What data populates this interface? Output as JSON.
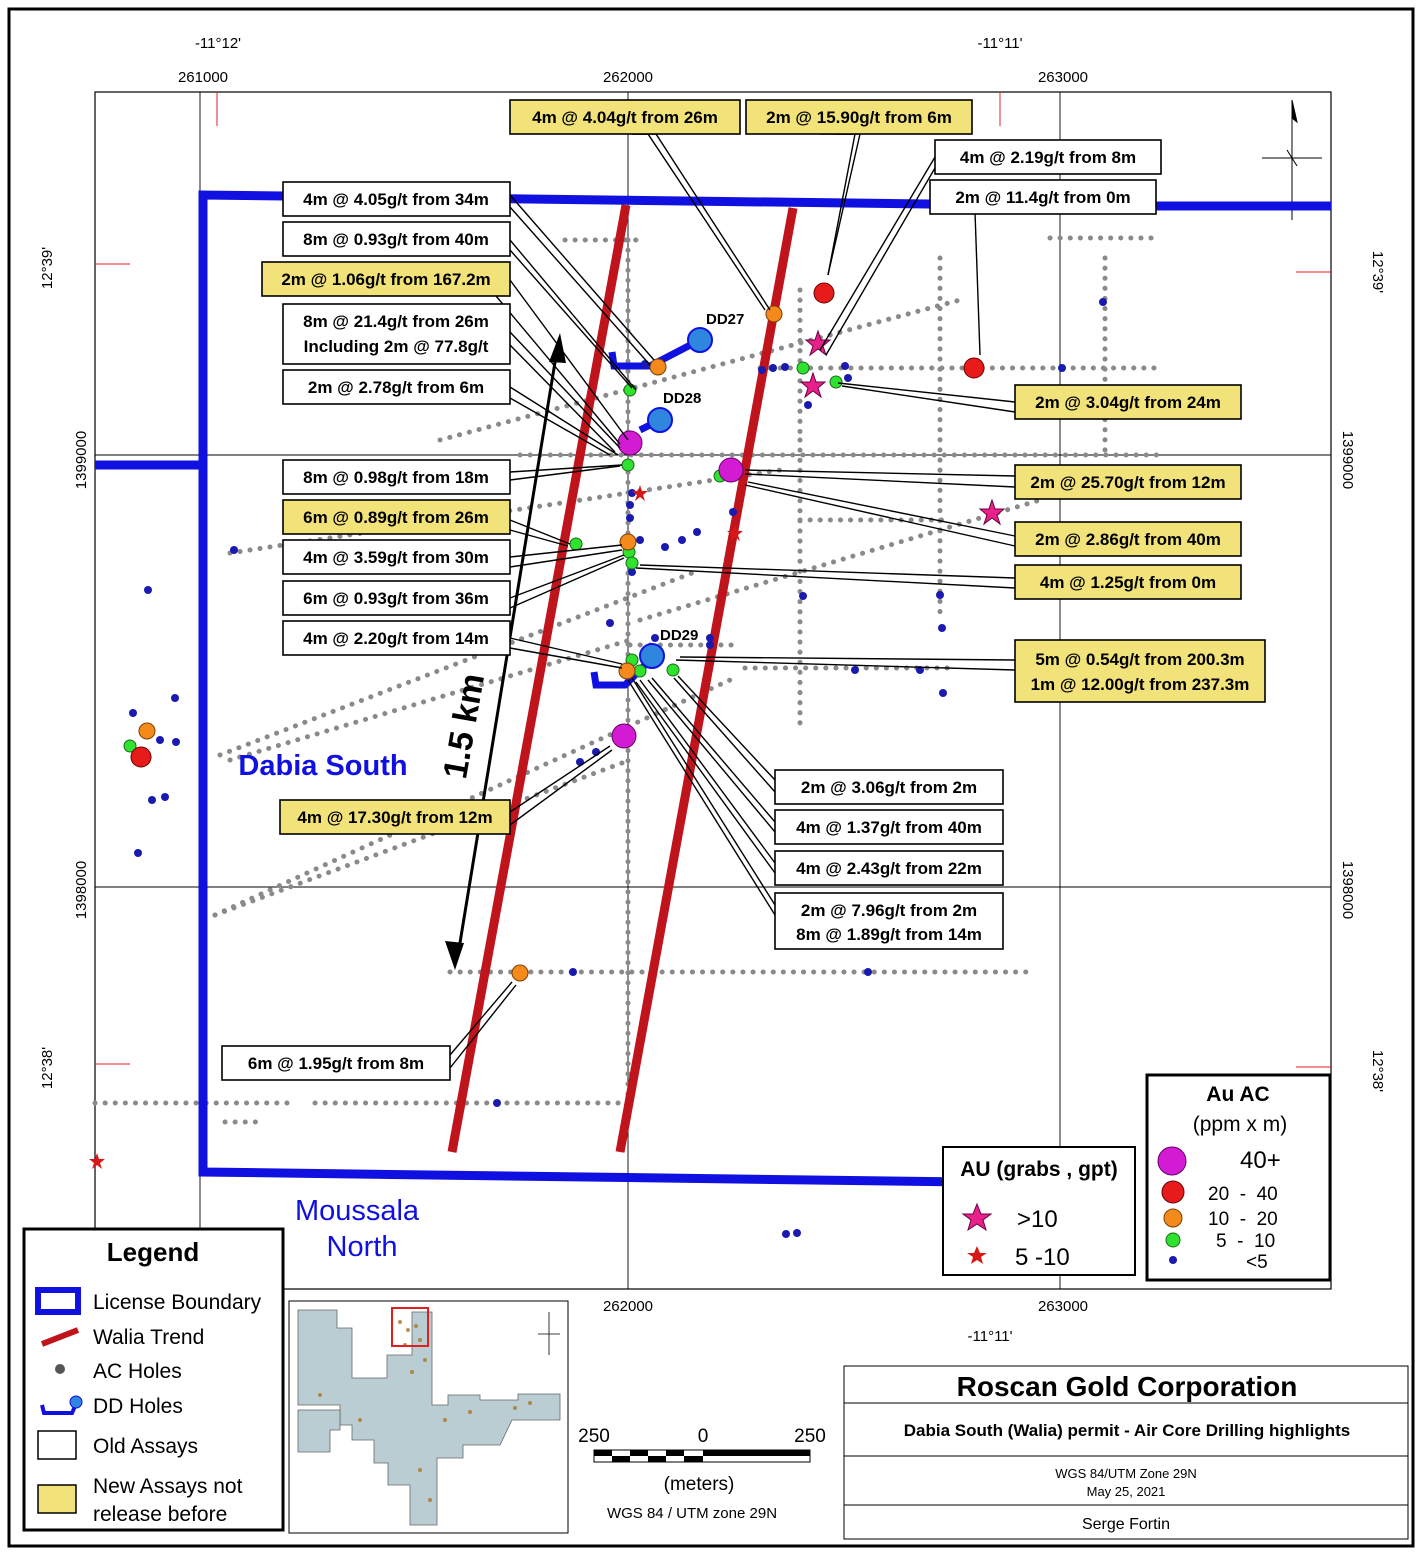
{
  "grid": {
    "x_top": [
      "261000",
      "262000",
      "263000"
    ],
    "x_bottom": [
      "262000",
      "263000"
    ],
    "lon_top": [
      "-11°12'",
      "-11°11'"
    ],
    "lon_bottom": "-11°11'",
    "y_left": [
      "1399000",
      "1398000"
    ],
    "y_right": [
      "1399000",
      "1398000"
    ],
    "lat_left": [
      "12°39'",
      "12°38'"
    ],
    "lat_right": [
      "12°39'",
      "12°38'"
    ]
  },
  "places": {
    "dabia_south": "Dabia South",
    "moussala_1": "Moussala",
    "moussala_2": "North",
    "scale_arrow": "1.5 km"
  },
  "holes": {
    "dd27": "DD27",
    "dd28": "DD28",
    "dd29": "DD29"
  },
  "colors": {
    "license": "#1010e0",
    "walia_trend": "#c0141c",
    "ac_hole": "#8a8a8a",
    "dd_hole": "#2e86de",
    "new_assay": "#f2e27a",
    "magenta": "#d21bd2",
    "red": "#e81b1b",
    "orange": "#f58a1c",
    "green": "#2ee22e",
    "blue": "#1a1ab0",
    "star_pink": "#e8208c",
    "star_red": "#d81818"
  },
  "callouts": [
    {
      "lines": [
        "4m @ 4.04g/t from 26m"
      ],
      "new": true
    },
    {
      "lines": [
        "2m @ 15.90g/t from 6m"
      ],
      "new": true
    },
    {
      "lines": [
        "4m @ 2.19g/t from 8m"
      ],
      "new": false
    },
    {
      "lines": [
        "2m @ 11.4g/t from 0m"
      ],
      "new": false
    },
    {
      "lines": [
        "4m @ 4.05g/t from 34m"
      ],
      "new": false
    },
    {
      "lines": [
        "8m @ 0.93g/t from 40m"
      ],
      "new": false
    },
    {
      "lines": [
        "2m @ 1.06g/t from 167.2m"
      ],
      "new": true
    },
    {
      "lines": [
        "8m @ 21.4g/t from 26m",
        "Including 2m @ 77.8g/t"
      ],
      "new": false
    },
    {
      "lines": [
        "2m @ 2.78g/t from 6m"
      ],
      "new": false
    },
    {
      "lines": [
        "2m @ 3.04g/t from 24m"
      ],
      "new": true
    },
    {
      "lines": [
        "8m @ 0.98g/t from 18m"
      ],
      "new": false
    },
    {
      "lines": [
        "2m @ 25.70g/t from 12m"
      ],
      "new": true
    },
    {
      "lines": [
        "6m @ 0.89g/t from 26m"
      ],
      "new": true
    },
    {
      "lines": [
        "2m @ 2.86g/t from 40m"
      ],
      "new": true
    },
    {
      "lines": [
        "4m @ 3.59g/t from 30m"
      ],
      "new": false
    },
    {
      "lines": [
        "4m @ 1.25g/t from 0m"
      ],
      "new": true
    },
    {
      "lines": [
        "6m @ 0.93g/t from 36m"
      ],
      "new": false
    },
    {
      "lines": [
        "4m @ 2.20g/t from 14m"
      ],
      "new": false
    },
    {
      "lines": [
        "5m @ 0.54g/t from 200.3m",
        "1m @ 12.00g/t from 237.3m"
      ],
      "new": true
    },
    {
      "lines": [
        "2m @ 3.06g/t from 2m"
      ],
      "new": false
    },
    {
      "lines": [
        "4m @ 1.37g/t from 40m"
      ],
      "new": false
    },
    {
      "lines": [
        "4m @ 2.43g/t from 22m"
      ],
      "new": false
    },
    {
      "lines": [
        "2m @ 7.96g/t from 2m",
        "8m @ 1.89g/t from 14m"
      ],
      "new": false
    },
    {
      "lines": [
        "4m @ 17.30g/t from 12m"
      ],
      "new": true
    },
    {
      "lines": [
        "6m @ 1.95g/t from 8m"
      ],
      "new": false
    }
  ],
  "legend": {
    "title": "Legend",
    "items": [
      "License Boundary",
      "Walia Trend",
      "AC Holes",
      "DD Holes",
      "Old Assays",
      "New Assays not",
      "release before"
    ]
  },
  "grabs_legend": {
    "title": "AU (grabs , gpt)",
    "items": [
      ">10",
      "5 -10"
    ]
  },
  "auac_legend": {
    "title": "Au AC",
    "subtitle": "(ppm x m)",
    "items": [
      "40+",
      "20  -  40",
      "10  -  20",
      "5  -  10",
      "<5"
    ]
  },
  "scale_bar": {
    "labels": [
      "250",
      "0",
      "250"
    ],
    "unit": "(meters)",
    "projection": "WGS 84 / UTM zone 29N"
  },
  "title_block": {
    "company": "Roscan Gold Corporation",
    "subtitle": "Dabia South (Walia) permit - Air Core Drilling highlights",
    "datum": "WGS 84/UTM Zone 29N",
    "date": "May 25, 2021",
    "author": "Serge Fortin"
  }
}
